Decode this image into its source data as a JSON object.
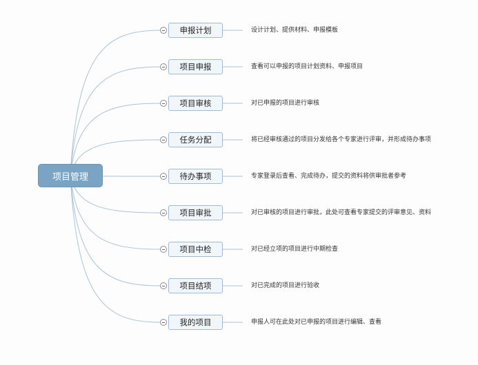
{
  "root": {
    "label": "项目管理"
  },
  "branches": [
    {
      "label": "申报计划",
      "desc": "设计计划、提供材料、申报模板"
    },
    {
      "label": "项目申报",
      "desc": "查看可以申报的项目计划资料、申报项目"
    },
    {
      "label": "项目审核",
      "desc": "对已申报的项目进行审核"
    },
    {
      "label": "任务分配",
      "desc": "将已经审核通过的项目分发给各个专家进行评审，并形成待办事项"
    },
    {
      "label": "待办事项",
      "desc": "专家登录后查看、完成待办，提交的资料将供审批者参考"
    },
    {
      "label": "项目审批",
      "desc": "对已审核的项目进行审批，此处可查看专家提交的评审意见、资料"
    },
    {
      "label": "项目中检",
      "desc": "对已经立项的项目进行中期检查"
    },
    {
      "label": "项目结项",
      "desc": "对已完成的项目进行验收"
    },
    {
      "label": "我的项目",
      "desc": "申报人可在此处对已申报的项目进行编辑、查看"
    }
  ],
  "colors": {
    "connector": "#a9c2d6",
    "root_fill": "#7ba3c3",
    "node_fill": "#f1f6fa",
    "node_border": "#9fbbd3"
  }
}
